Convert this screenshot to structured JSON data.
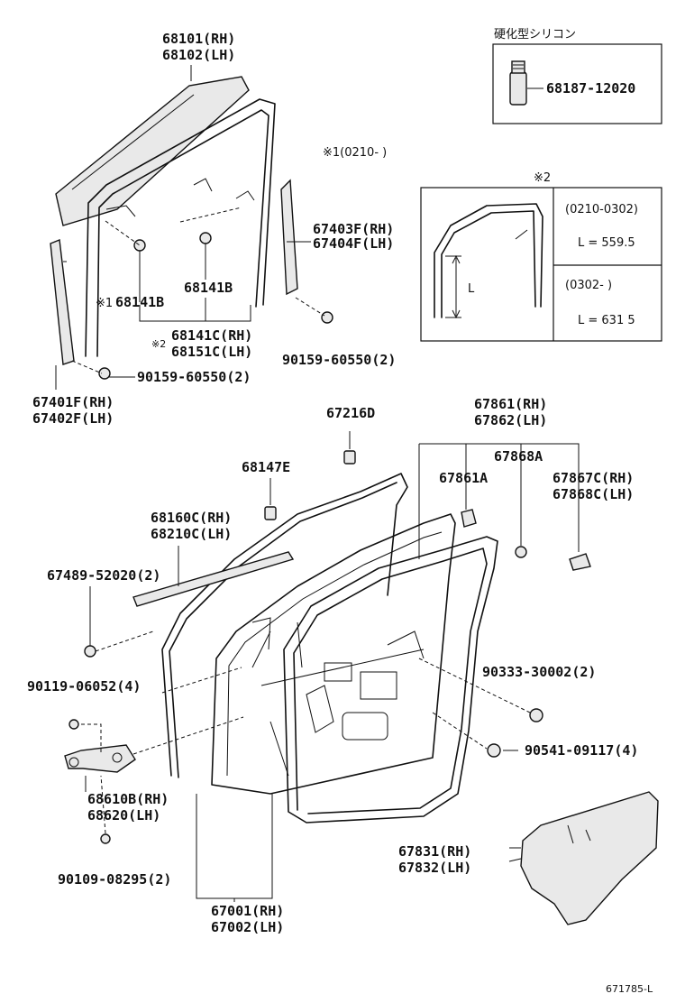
{
  "labels": {
    "l68101": "68101(RH)",
    "l68102": "68102(LH)",
    "l67403f": "67403F(RH)",
    "l67404f": "67404F(LH)",
    "l68141b_left": "68141B",
    "l68141b_mid": "68141B",
    "l68141c": "68141C(RH)",
    "l68151c": "68151C(LH)",
    "l90159_right": "90159-60550(2)",
    "l90159_left": "90159-60550(2)",
    "l67401f": "67401F(RH)",
    "l67402f": "67402F(LH)",
    "l67861": "67861(RH)",
    "l67862": "67862(LH)",
    "l67216d": "67216D",
    "l67868a": "67868A",
    "l68147e": "68147E",
    "l67861a": "67861A",
    "l67867c": "67867C(RH)",
    "l67868c": "67868C(LH)",
    "l68160c": "68160C(RH)",
    "l68210c": "68210C(LH)",
    "l67489": "67489-52020(2)",
    "l90333": "90333-30002(2)",
    "l90119": "90119-06052(4)",
    "l90541": "90541-09117(4)",
    "l68610b": "68610B(RH)",
    "l68620": "68620(LH)",
    "l67831": "67831(RH)",
    "l67832": "67832(LH)",
    "l90109": "90109-08295(2)",
    "l67001": "67001(RH)",
    "l67002": "67002(LH)"
  },
  "notes": {
    "mark1_left": "※1",
    "mark2_left": "※2",
    "note1": "※1(0210-      )",
    "note2": "※2"
  },
  "sealant": {
    "title": "硬化型シリコン",
    "part": "68187-12020"
  },
  "table": {
    "r1_range": "(0210-0302)",
    "r1_len": "L = 559.5",
    "r2_range": "(0302-      )",
    "r2_len": "L = 631 5",
    "dim": "L"
  },
  "footer": {
    "code": "671785-L"
  }
}
